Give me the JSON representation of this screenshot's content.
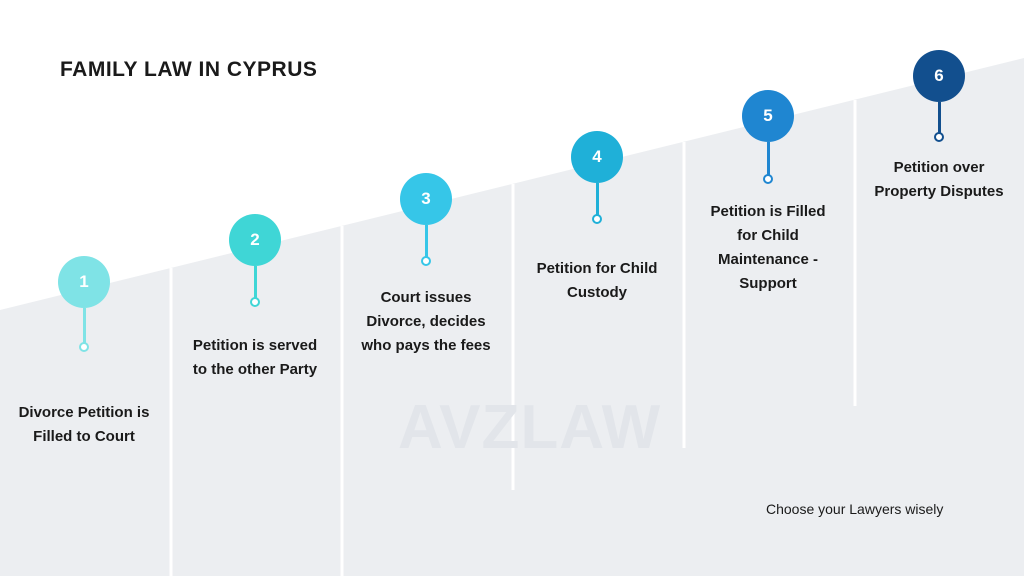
{
  "title": "FAMILY LAW IN CYPRUS",
  "watermark": "AVZLAW",
  "tagline": "Choose your Lawyers wisely",
  "colors": {
    "panel": "#eceef1",
    "divider": "#ffffff",
    "text": "#1a1a1a"
  },
  "steps": [
    {
      "number": "1",
      "color": "#7fe3e6",
      "label_lines": [
        "Divorce Petition is",
        "Filled to Court"
      ]
    },
    {
      "number": "2",
      "color": "#3fd6d6",
      "label_lines": [
        "Petition is served",
        "to the other Party"
      ]
    },
    {
      "number": "3",
      "color": "#36c6e8",
      "label_lines": [
        "Court issues",
        "Divorce, decides",
        "who pays the fees"
      ]
    },
    {
      "number": "4",
      "color": "#1fb0d8",
      "label_lines": [
        "Petition for Child",
        "Custody"
      ]
    },
    {
      "number": "5",
      "color": "#1f86d1",
      "label_lines": [
        "Petition is Filled",
        "for Child",
        "Maintenance -",
        "Support"
      ]
    },
    {
      "number": "6",
      "color": "#124f8e",
      "label_lines": [
        "Petition over",
        "Property Disputes"
      ]
    }
  ]
}
